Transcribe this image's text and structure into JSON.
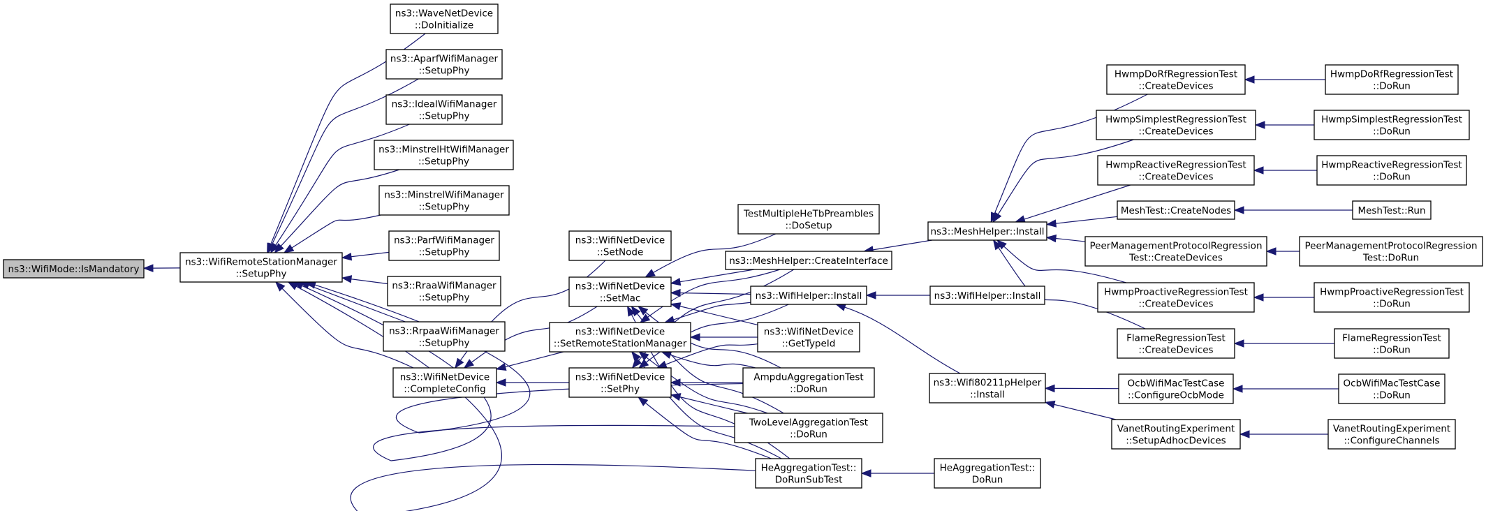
{
  "graph": {
    "nodes": [
      {
        "id": "isMandatory",
        "lines": [
          "ns3::WifiMode::IsMandatory"
        ],
        "highlight": true
      },
      {
        "id": "rsmSetupPhy",
        "lines": [
          "ns3::WifiRemoteStationManager",
          "::SetupPhy"
        ]
      },
      {
        "id": "waveInit",
        "lines": [
          "ns3::WaveNetDevice",
          "::DoInitialize"
        ]
      },
      {
        "id": "aparf",
        "lines": [
          "ns3::AparfWifiManager",
          "::SetupPhy"
        ]
      },
      {
        "id": "ideal",
        "lines": [
          "ns3::IdealWifiManager",
          "::SetupPhy"
        ]
      },
      {
        "id": "minstrelHt",
        "lines": [
          "ns3::MinstrelHtWifiManager",
          "::SetupPhy"
        ]
      },
      {
        "id": "minstrel",
        "lines": [
          "ns3::MinstrelWifiManager",
          "::SetupPhy"
        ]
      },
      {
        "id": "parf",
        "lines": [
          "ns3::ParfWifiManager",
          "::SetupPhy"
        ]
      },
      {
        "id": "rraa",
        "lines": [
          "ns3::RraaWifiManager",
          "::SetupPhy"
        ]
      },
      {
        "id": "rrpaa",
        "lines": [
          "ns3::RrpaaWifiManager",
          "::SetupPhy"
        ]
      },
      {
        "id": "completeConfig",
        "lines": [
          "ns3::WifiNetDevice",
          "::CompleteConfig"
        ]
      },
      {
        "id": "setNode",
        "lines": [
          "ns3::WifiNetDevice",
          "::SetNode"
        ]
      },
      {
        "id": "setMac",
        "lines": [
          "ns3::WifiNetDevice",
          "::SetMac"
        ]
      },
      {
        "id": "setRsm",
        "lines": [
          "ns3::WifiNetDevice",
          "::SetRemoteStationManager"
        ]
      },
      {
        "id": "setPhy",
        "lines": [
          "ns3::WifiNetDevice",
          "::SetPhy"
        ]
      },
      {
        "id": "heTb",
        "lines": [
          "TestMultipleHeTbPreambles",
          "::DoSetup"
        ]
      },
      {
        "id": "meshCreateIf",
        "lines": [
          "ns3::MeshHelper::CreateInterface"
        ]
      },
      {
        "id": "wifiHelperInstall",
        "lines": [
          "ns3::WifiHelper::Install"
        ]
      },
      {
        "id": "getTypeId",
        "lines": [
          "ns3::WifiNetDevice",
          "::GetTypeId"
        ]
      },
      {
        "id": "ampdu",
        "lines": [
          "AmpduAggregationTest",
          "::DoRun"
        ]
      },
      {
        "id": "twoLevel",
        "lines": [
          "TwoLevelAggregationTest",
          "::DoRun"
        ]
      },
      {
        "id": "heSub",
        "lines": [
          "HeAggregationTest::",
          "DoRunSubTest"
        ]
      },
      {
        "id": "heRun",
        "lines": [
          "HeAggregationTest::",
          "DoRun"
        ]
      },
      {
        "id": "meshInstall",
        "lines": [
          "ns3::MeshHelper::Install"
        ]
      },
      {
        "id": "wifiHelperInstall2",
        "lines": [
          "ns3::WifiHelper::Install"
        ]
      },
      {
        "id": "w80211p",
        "lines": [
          "ns3::Wifi80211pHelper",
          "::Install"
        ]
      },
      {
        "id": "hdrfCreate",
        "lines": [
          "HwmpDoRfRegressionTest",
          "::CreateDevices"
        ]
      },
      {
        "id": "hsimpCreate",
        "lines": [
          "HwmpSimplestRegressionTest",
          "::CreateDevices"
        ]
      },
      {
        "id": "hreacCreate",
        "lines": [
          "HwmpReactiveRegressionTest",
          "::CreateDevices"
        ]
      },
      {
        "id": "meshTestCreate",
        "lines": [
          "MeshTest::CreateNodes"
        ]
      },
      {
        "id": "peerCreate",
        "lines": [
          "PeerManagementProtocolRegression",
          "Test::CreateDevices"
        ]
      },
      {
        "id": "hproCreate",
        "lines": [
          "HwmpProactiveRegressionTest",
          "::CreateDevices"
        ]
      },
      {
        "id": "flameCreate",
        "lines": [
          "FlameRegressionTest",
          "::CreateDevices"
        ]
      },
      {
        "id": "ocbConfig",
        "lines": [
          "OcbWifiMacTestCase",
          "::ConfigureOcbMode"
        ]
      },
      {
        "id": "vanetSetup",
        "lines": [
          "VanetRoutingExperiment",
          "::SetupAdhocDevices"
        ]
      },
      {
        "id": "hdrfRun",
        "lines": [
          "HwmpDoRfRegressionTest",
          "::DoRun"
        ]
      },
      {
        "id": "hsimpRun",
        "lines": [
          "HwmpSimplestRegressionTest",
          "::DoRun"
        ]
      },
      {
        "id": "hreacRun",
        "lines": [
          "HwmpReactiveRegressionTest",
          "::DoRun"
        ]
      },
      {
        "id": "meshTestRun",
        "lines": [
          "MeshTest::Run"
        ]
      },
      {
        "id": "peerRun",
        "lines": [
          "PeerManagementProtocolRegression",
          "Test::DoRun"
        ]
      },
      {
        "id": "hproRun",
        "lines": [
          "HwmpProactiveRegressionTest",
          "::DoRun"
        ]
      },
      {
        "id": "flameRun",
        "lines": [
          "FlameRegressionTest",
          "::DoRun"
        ]
      },
      {
        "id": "ocbRun",
        "lines": [
          "OcbWifiMacTestCase",
          "::DoRun"
        ]
      },
      {
        "id": "vanetConfig",
        "lines": [
          "VanetRoutingExperiment",
          "::ConfigureChannels"
        ]
      }
    ],
    "edges": [
      {
        "from": "rsmSetupPhy",
        "to": "isMandatory"
      },
      {
        "from": "waveInit",
        "to": "rsmSetupPhy"
      },
      {
        "from": "aparf",
        "to": "rsmSetupPhy"
      },
      {
        "from": "ideal",
        "to": "rsmSetupPhy"
      },
      {
        "from": "minstrelHt",
        "to": "rsmSetupPhy"
      },
      {
        "from": "minstrel",
        "to": "rsmSetupPhy"
      },
      {
        "from": "parf",
        "to": "rsmSetupPhy"
      },
      {
        "from": "rraa",
        "to": "rsmSetupPhy"
      },
      {
        "from": "rrpaa",
        "to": "rsmSetupPhy"
      },
      {
        "from": "completeConfig",
        "to": "rsmSetupPhy"
      },
      {
        "from": "ampdu",
        "to": "rsmSetupPhy"
      },
      {
        "from": "twoLevel",
        "to": "rsmSetupPhy"
      },
      {
        "from": "heSub",
        "to": "rsmSetupPhy"
      },
      {
        "from": "setNode",
        "to": "completeConfig"
      },
      {
        "from": "setMac",
        "to": "completeConfig"
      },
      {
        "from": "setRsm",
        "to": "completeConfig"
      },
      {
        "from": "setPhy",
        "to": "completeConfig"
      },
      {
        "from": "heTb",
        "to": "setMac"
      },
      {
        "from": "meshCreateIf",
        "to": "setMac"
      },
      {
        "from": "wifiHelperInstall",
        "to": "setMac"
      },
      {
        "from": "getTypeId",
        "to": "setMac"
      },
      {
        "from": "ampdu",
        "to": "setMac"
      },
      {
        "from": "twoLevel",
        "to": "setMac"
      },
      {
        "from": "heSub",
        "to": "setMac"
      },
      {
        "from": "meshCreateIf",
        "to": "setRsm"
      },
      {
        "from": "wifiHelperInstall",
        "to": "setRsm"
      },
      {
        "from": "getTypeId",
        "to": "setRsm"
      },
      {
        "from": "ampdu",
        "to": "setRsm"
      },
      {
        "from": "twoLevel",
        "to": "setRsm"
      },
      {
        "from": "heSub",
        "to": "setRsm"
      },
      {
        "from": "meshCreateIf",
        "to": "setPhy"
      },
      {
        "from": "wifiHelperInstall",
        "to": "setPhy"
      },
      {
        "from": "getTypeId",
        "to": "setPhy"
      },
      {
        "from": "ampdu",
        "to": "setPhy"
      },
      {
        "from": "twoLevel",
        "to": "setPhy"
      },
      {
        "from": "heSub",
        "to": "setPhy"
      },
      {
        "from": "heRun",
        "to": "heSub"
      },
      {
        "from": "meshInstall",
        "to": "meshCreateIf"
      },
      {
        "from": "wifiHelperInstall2",
        "to": "wifiHelperInstall"
      },
      {
        "from": "w80211p",
        "to": "wifiHelperInstall"
      },
      {
        "from": "hdrfCreate",
        "to": "meshInstall"
      },
      {
        "from": "hsimpCreate",
        "to": "meshInstall"
      },
      {
        "from": "hreacCreate",
        "to": "meshInstall"
      },
      {
        "from": "meshTestCreate",
        "to": "meshInstall"
      },
      {
        "from": "peerCreate",
        "to": "meshInstall"
      },
      {
        "from": "hproCreate",
        "to": "meshInstall"
      },
      {
        "from": "flameCreate",
        "to": "meshInstall"
      },
      {
        "from": "ocbConfig",
        "to": "w80211p"
      },
      {
        "from": "vanetSetup",
        "to": "w80211p"
      },
      {
        "from": "hdrfRun",
        "to": "hdrfCreate"
      },
      {
        "from": "hsimpRun",
        "to": "hsimpCreate"
      },
      {
        "from": "hreacRun",
        "to": "hreacCreate"
      },
      {
        "from": "meshTestRun",
        "to": "meshTestCreate"
      },
      {
        "from": "peerRun",
        "to": "peerCreate"
      },
      {
        "from": "hproRun",
        "to": "hproCreate"
      },
      {
        "from": "flameRun",
        "to": "flameCreate"
      },
      {
        "from": "ocbRun",
        "to": "ocbConfig"
      },
      {
        "from": "vanetConfig",
        "to": "vanetSetup"
      }
    ]
  },
  "colors": {
    "edge": "#191970",
    "node_border": "#000000",
    "node_fill": "#ffffff",
    "highlight_fill": "#bfbfbf"
  }
}
